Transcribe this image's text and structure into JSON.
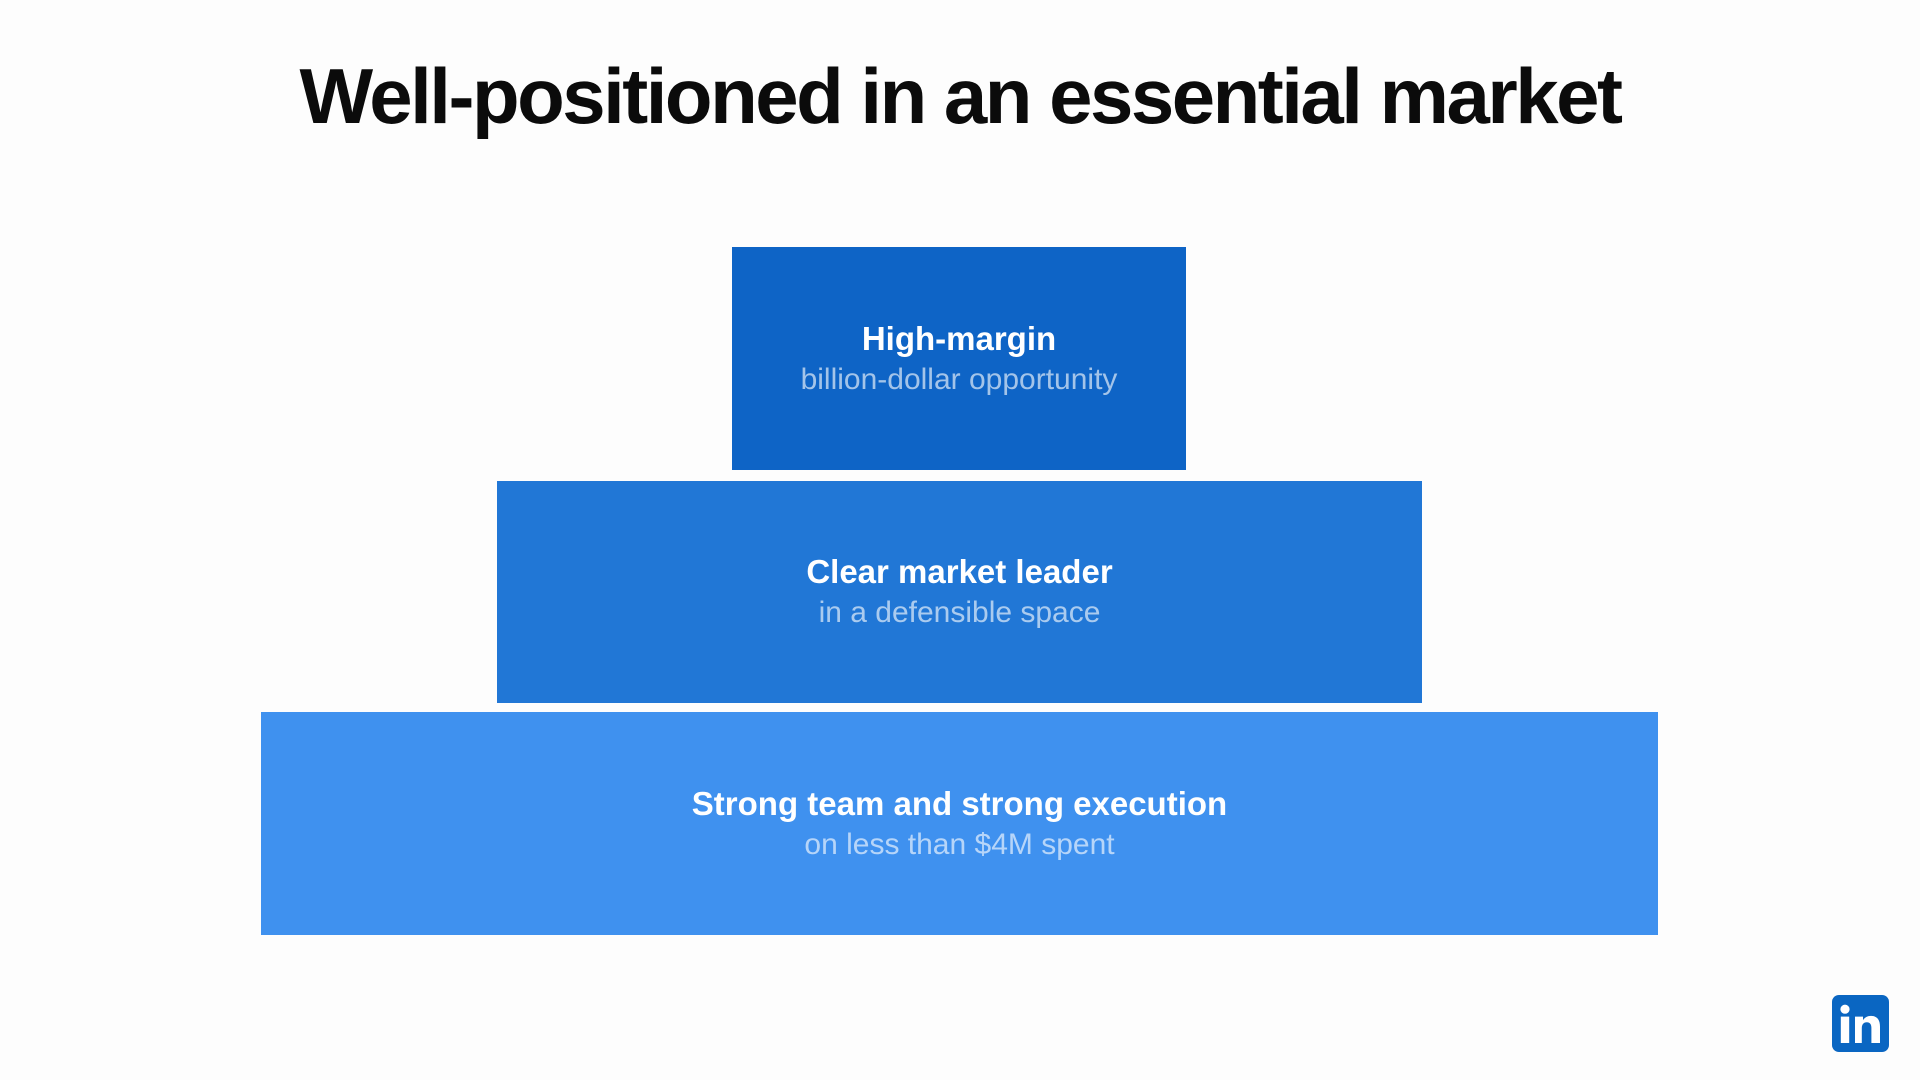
{
  "slide": {
    "title": "Well-positioned in an essential market",
    "pyramid": {
      "tiers": [
        {
          "heading": "High-margin",
          "subheading": "billion-dollar opportunity",
          "color": "#0e64c6"
        },
        {
          "heading": "Clear market leader",
          "subheading": "in a defensible space",
          "color": "#2177d6"
        },
        {
          "heading": "Strong team and strong execution",
          "subheading": "on less than $4M spent",
          "color": "#3f91ef"
        }
      ]
    },
    "branding": {
      "icon": "linkedin-logo",
      "color": "#0a66c2"
    }
  }
}
